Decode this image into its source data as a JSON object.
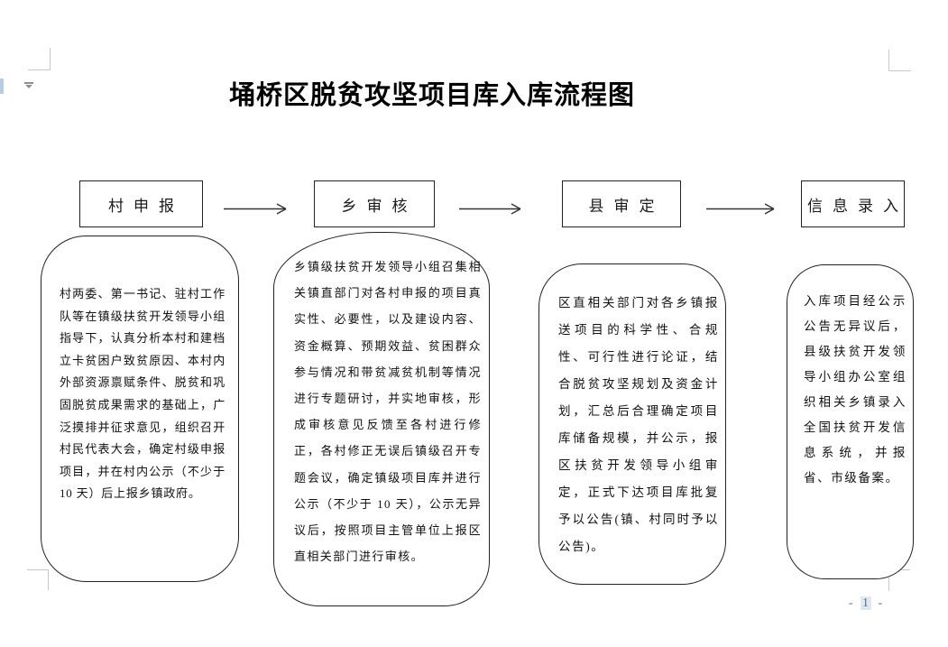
{
  "doc": {
    "title": "埇桥区脱贫攻坚项目库入库流程图",
    "page_number": {
      "dash": "-",
      "value": "1"
    }
  },
  "flow": {
    "steps": [
      {
        "label": "村申报",
        "detail": "村两委、第一书记、驻村工作队等在镇级扶贫开发领导小组指导下，认真分析本村和建档立卡贫困户致贫原因、本村内外部资源禀赋条件、脱贫和巩固脱贫成果需求的基础上，广泛摸排并征求意见，组织召开村民代表大会，确定村级申报项目，并在村内公示（不少于 10 天）后上报乡镇政府。"
      },
      {
        "label": "乡审核",
        "detail": "乡镇级扶贫开发领导小组召集相关镇直部门对各村申报的项目真实性、必要性，以及建设内容、资金概算、预期效益、贫困群众参与情况和带贫减贫机制等情况进行专题研讨，并实地审核，形成审核意见反馈至各村进行修正，各村修正无误后镇级召开专题会议，确定镇级项目库并进行公示（不少于 10 天），公示无异议后，按照项目主管单位上报区直相关部门进行审核。"
      },
      {
        "label": "县审定",
        "detail": "区直相关部门对各乡镇报送项目的科学性、合规性、可行性进行论证，结合脱贫攻坚规划及资金计划，汇总后合理确定项目库储备规模，并公示，报区扶贫开发领导小组审定，正式下达项目库批复予以公告(镇、村同时予以公告)。"
      },
      {
        "label": "信息录入",
        "detail": "入库项目经公示公告无异议后，县级扶贫开发领导小组办公室组织相关乡镇录入全国扶贫开发信息系统，并报省、市级备案。"
      }
    ]
  },
  "colors": {
    "shape_border": "#222222",
    "crop_mark": "#c8c8c8",
    "selection_bar": "#b8cce4",
    "page_number_value": "#54718e",
    "page_number_field_shade": "#e3e8ee"
  }
}
